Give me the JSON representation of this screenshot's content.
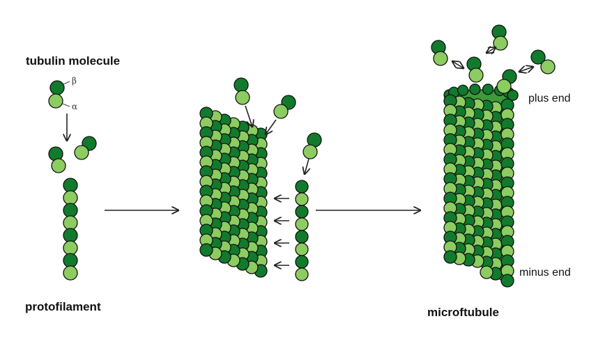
{
  "labels": {
    "tubulin_molecule": "tubulin molecule",
    "beta": "β",
    "alpha": "α",
    "protofilament": "protofilament",
    "microtubule": "microftubule",
    "plus_end": "plus end",
    "minus_end": "minus end"
  },
  "colors": {
    "beta_subunit": "#127a2c",
    "alpha_subunit": "#8ccc61",
    "outline": "#111111",
    "lumen": "#3e9a3a",
    "arrow": "#222222"
  }
}
